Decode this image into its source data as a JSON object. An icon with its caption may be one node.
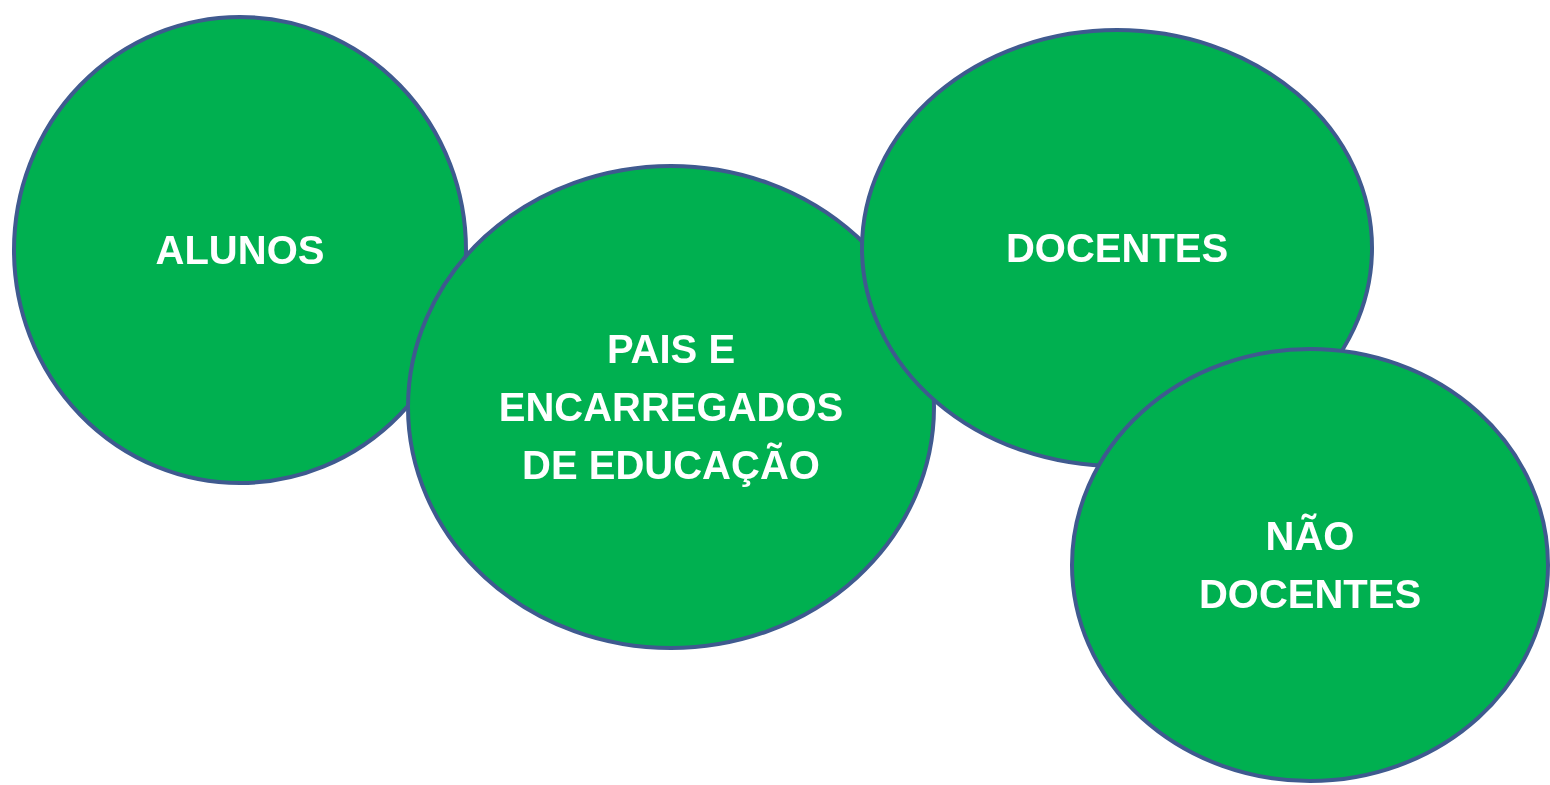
{
  "diagram": {
    "nodes": [
      {
        "text": [
          "ALUNOS"
        ]
      },
      {
        "text": [
          "PAIS E ENCARREGADOS DE EDUCAÇÃO"
        ]
      },
      {
        "text": [
          "DOCENTES"
        ]
      },
      {
        "text": [
          "NÃO DOCENTES"
        ]
      }
    ]
  }
}
